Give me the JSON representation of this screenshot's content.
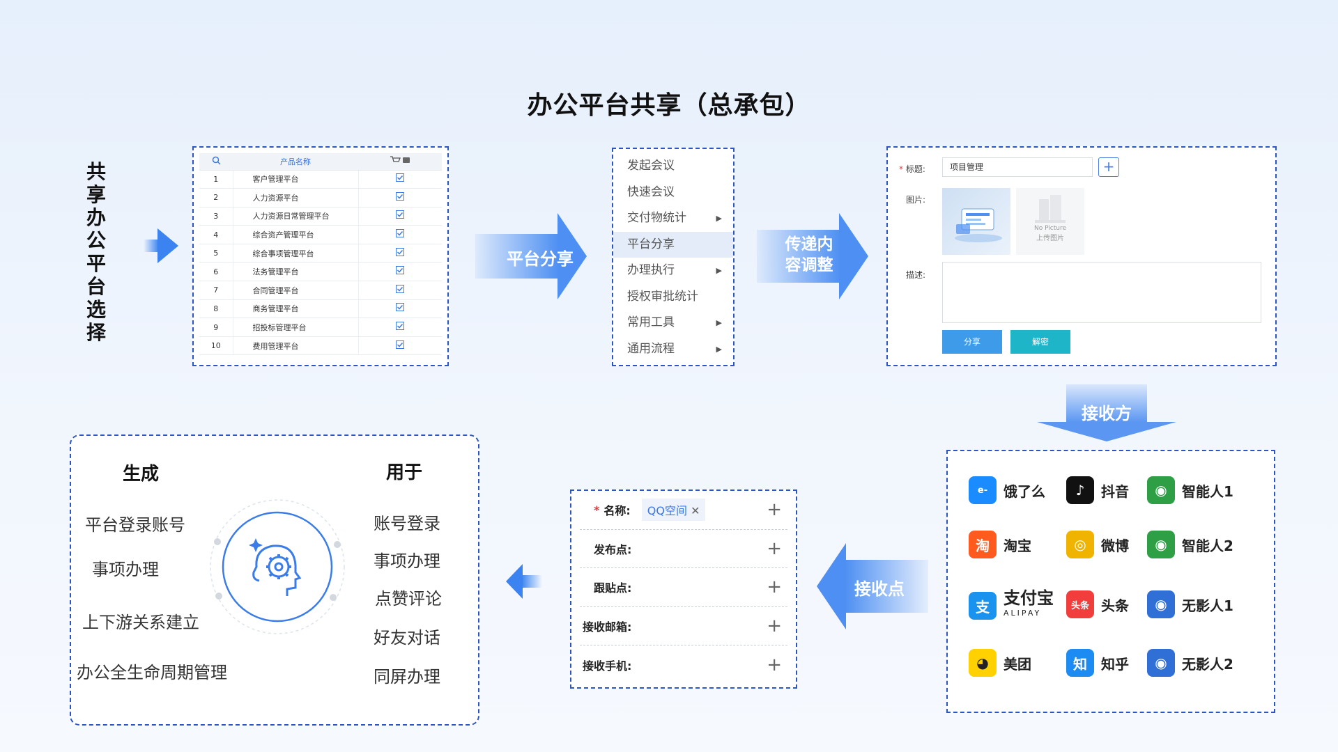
{
  "title": "办公平台共享（总承包）",
  "left_label": "共享办公平台选择",
  "table": {
    "header": "产品名称",
    "rows": [
      {
        "n": "1",
        "name": "客户管理平台"
      },
      {
        "n": "2",
        "name": "人力资源平台"
      },
      {
        "n": "3",
        "name": "人力资源日常管理平台"
      },
      {
        "n": "4",
        "name": "综合资产管理平台"
      },
      {
        "n": "5",
        "name": "综合事项管理平台"
      },
      {
        "n": "6",
        "name": "法务管理平台"
      },
      {
        "n": "7",
        "name": "合同管理平台"
      },
      {
        "n": "8",
        "name": "商务管理平台"
      },
      {
        "n": "9",
        "name": "招投标管理平台"
      },
      {
        "n": "10",
        "name": "费用管理平台"
      }
    ]
  },
  "arrow_share": "平台分享",
  "menu": [
    {
      "label": "发起会议",
      "caret": false,
      "active": false
    },
    {
      "label": "快速会议",
      "caret": false,
      "active": false
    },
    {
      "label": "交付物统计",
      "caret": true,
      "active": false
    },
    {
      "label": "平台分享",
      "caret": false,
      "active": true
    },
    {
      "label": "办理执行",
      "caret": true,
      "active": false
    },
    {
      "label": "授权审批统计",
      "caret": false,
      "active": false
    },
    {
      "label": "常用工具",
      "caret": true,
      "active": false
    },
    {
      "label": "通用流程",
      "caret": true,
      "active": false
    }
  ],
  "arrow_adjust": [
    "传递内",
    "容调整"
  ],
  "form": {
    "title_label": "标题:",
    "title_value": "项目管理",
    "image_label": "图片:",
    "no_picture": "No Picture",
    "upload": "上传图片",
    "desc_label": "描述:",
    "share_btn": "分享",
    "decrypt_btn": "解密"
  },
  "arrow_receiver": "接收方",
  "apps": [
    {
      "name": "饿了么",
      "logo": "e-",
      "color": "#1a8cff"
    },
    {
      "name": "抖音",
      "logo": "♪",
      "color": "#111111"
    },
    {
      "name": "智能人1",
      "logo": "◉",
      "color": "#2f9f45"
    },
    {
      "name": "淘宝",
      "logo": "淘",
      "color": "#ff5b1f"
    },
    {
      "name": "微博",
      "logo": "◎",
      "color": "#f0b400"
    },
    {
      "name": "智能人2",
      "logo": "◉",
      "color": "#2f9f45"
    },
    {
      "name": "支付宝",
      "sub": "ALIPAY",
      "logo": "支",
      "color": "#1a93ee"
    },
    {
      "name": "头条",
      "logo": "头条",
      "color": "#f23d3d"
    },
    {
      "name": "无影人1",
      "logo": "◉",
      "color": "#2f6fd6"
    },
    {
      "name": "美团",
      "logo": "◕",
      "color": "#ffd100"
    },
    {
      "name": "知乎",
      "logo": "知",
      "color": "#1c8bf2"
    },
    {
      "name": "无影人2",
      "logo": "◉",
      "color": "#2f6fd6"
    }
  ],
  "arrow_receive_point": "接收点",
  "receive_form": {
    "name_label": "名称:",
    "name_tag": "QQ空间",
    "publish_label": "发布点:",
    "track_label": "跟贴点:",
    "email_label": "接收邮箱:",
    "phone_label": "接收手机:"
  },
  "result": {
    "generate_head": "生成",
    "use_head": "用于",
    "generate_items": [
      "平台登录账号",
      "事项办理",
      "上下游关系建立",
      "办公全生命周期管理"
    ],
    "use_items": [
      "账号登录",
      "事项办理",
      "点赞评论",
      "好友对话",
      "同屏办理"
    ]
  }
}
